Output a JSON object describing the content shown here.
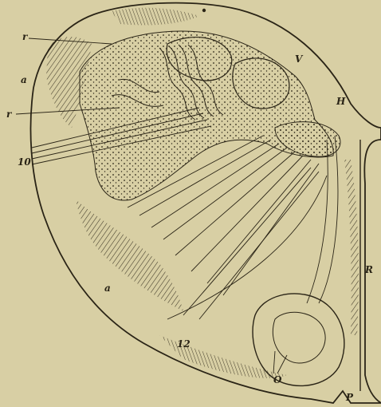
{
  "figure": {
    "background_color": "#d8cfa4",
    "ink_color": "#2a2416",
    "labels": {
      "r_upper": "r",
      "r_lower": "r",
      "a_upper": "a",
      "a_lower": "a",
      "V": "V",
      "H": "H",
      "R": "R",
      "P": "P",
      "O": "O",
      "n10": "10",
      "n12": "12"
    }
  }
}
